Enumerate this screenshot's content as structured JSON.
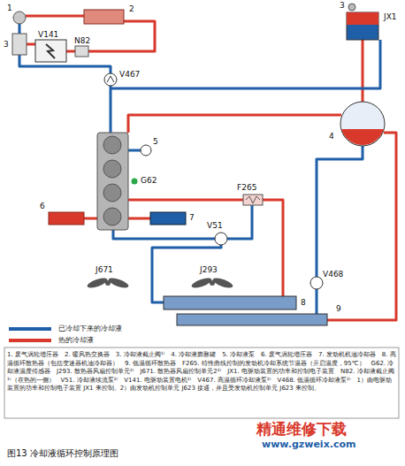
{
  "diagram": {
    "caption": "图13  冷却液循环控制原理图",
    "labels": [
      "1",
      "2",
      "3",
      "V141",
      "N82",
      "V467",
      "3",
      "JX1",
      "4",
      "5",
      "G62",
      "F265",
      "6",
      "7",
      "V51",
      "J671",
      "J293",
      "V468",
      "8",
      "9",
      "1. 废气涡轮增压器　2. 暖风热交换器　3. 冷却液截止阀¹⁾　4. 冷却液膨胀罐　5. 冷却液泵　6. 废气涡轮增压器　7. 发动机机油冷却器　8. 高温循环散热器（包括变速器机油冷却器）　9. 低温循环散热器　F265. 特性曲线控制的发动机冷却系统节温器（开启温度，95℃）　G62. 冷却液温度传感器　J293. 散热器风扇控制单元²⁾　J671. 散热器风扇控制单元2²⁾　JX1. 电驱动装置的功率和控制电子装置　N82. 冷却液截止阀¹⁾（在热的一侧）　V51. 冷却液续流泵²⁾　V141. 电驱动装置电机²⁾　V467. 高温循环冷却液泵²⁾　V468. 低温循环冷却液泵²⁾　1）由电驱动装置的功率和控制电子装置 JX1 来控制。2）由发动机控制单元 J623 接通，并且受发动机控制单元 J623 来控制。",
      "精通维修下载",
      "www.gzweix.com"
    ],
    "legend": [
      {
        "text": "已冷却下来的冷却液",
        "color": "#1f5fa8"
      },
      {
        "text": "热的冷却液",
        "color": "#d8392b"
      }
    ]
  }
}
